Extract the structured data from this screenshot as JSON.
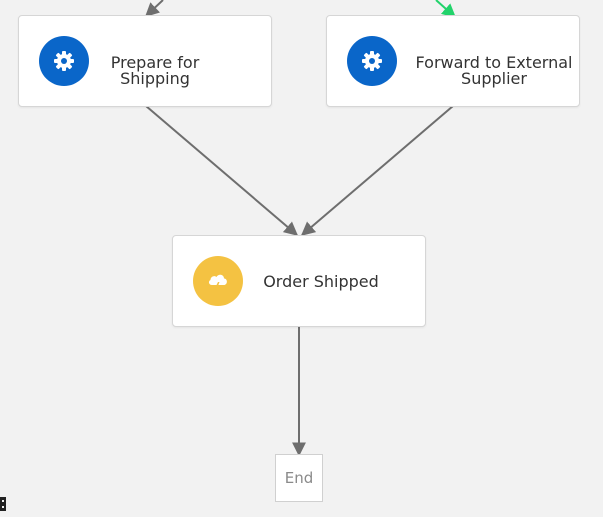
{
  "diagram": {
    "nodes": {
      "prepare_shipping": {
        "label": "Prepare for\nShipping",
        "icon": "gear-icon",
        "badge_color": "#0a66c9"
      },
      "forward_supplier": {
        "label": "Forward to External\nSupplier",
        "icon": "gear-icon",
        "badge_color": "#0a66c9"
      },
      "order_shipped": {
        "label": "Order Shipped",
        "icon": "cloud-lightning-icon",
        "badge_color": "#f4c242"
      },
      "end": {
        "label": "End"
      }
    },
    "edges": [
      {
        "from": "upstream",
        "to": "prepare_shipping",
        "color": "#6e6e6e"
      },
      {
        "from": "upstream",
        "to": "forward_supplier",
        "color": "#22d36b"
      },
      {
        "from": "prepare_shipping",
        "to": "order_shipped",
        "color": "#6e6e6e"
      },
      {
        "from": "forward_supplier",
        "to": "order_shipped",
        "color": "#6e6e6e"
      },
      {
        "from": "order_shipped",
        "to": "end",
        "color": "#6e6e6e"
      }
    ],
    "colors": {
      "edge": "#6e6e6e",
      "edge_active": "#22d36b",
      "background": "#f2f2f2"
    }
  }
}
